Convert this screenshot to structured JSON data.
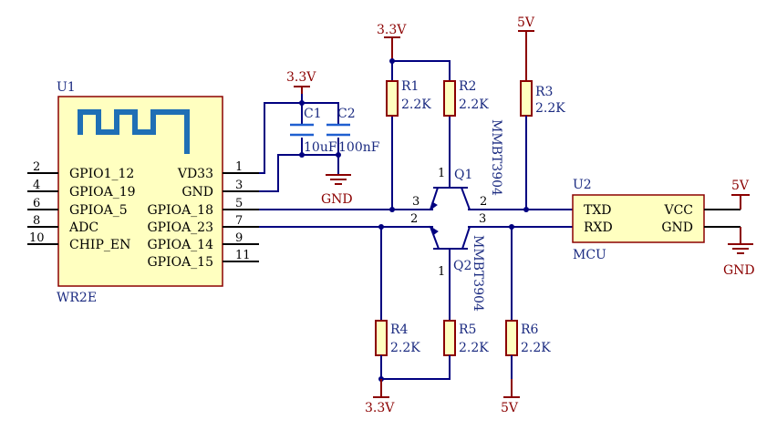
{
  "u1": {
    "ref": "U1",
    "name": "WR2E",
    "left_pins": [
      {
        "num": "2",
        "label": "GPIO1_12"
      },
      {
        "num": "4",
        "label": "GPIOA_19"
      },
      {
        "num": "6",
        "label": "GPIOA_5"
      },
      {
        "num": "8",
        "label": "ADC"
      },
      {
        "num": "10",
        "label": "CHIP_EN"
      }
    ],
    "right_pins": [
      {
        "num": "1",
        "label": "VD33"
      },
      {
        "num": "3",
        "label": "GND"
      },
      {
        "num": "5",
        "label": "GPIOA_18"
      },
      {
        "num": "7",
        "label": "GPIOA_23"
      },
      {
        "num": "9",
        "label": "GPIOA_14"
      },
      {
        "num": "11",
        "label": "GPIOA_15"
      }
    ]
  },
  "u2": {
    "ref": "U2",
    "name": "MCU",
    "left_pins": [
      "TXD",
      "RXD"
    ],
    "right_pins": [
      "VCC",
      "GND"
    ]
  },
  "capacitors": [
    {
      "ref": "C1",
      "value": "10uF"
    },
    {
      "ref": "C2",
      "value": "100nF"
    }
  ],
  "resistors": [
    {
      "ref": "R1",
      "value": "2.2K"
    },
    {
      "ref": "R2",
      "value": "2.2K"
    },
    {
      "ref": "R3",
      "value": "2.2K"
    },
    {
      "ref": "R4",
      "value": "2.2K"
    },
    {
      "ref": "R5",
      "value": "2.2K"
    },
    {
      "ref": "R6",
      "value": "2.2K"
    }
  ],
  "transistors": [
    {
      "ref": "Q1",
      "part": "MMBT3904",
      "pins": {
        "base": "1",
        "emitter": "3",
        "collector": "2"
      }
    },
    {
      "ref": "Q2",
      "part": "MMBT3904",
      "pins": {
        "base": "1",
        "emitter": "2",
        "collector": "3"
      }
    }
  ],
  "power": {
    "v33": "3.3V",
    "v5": "5V",
    "gnd": "GND"
  }
}
